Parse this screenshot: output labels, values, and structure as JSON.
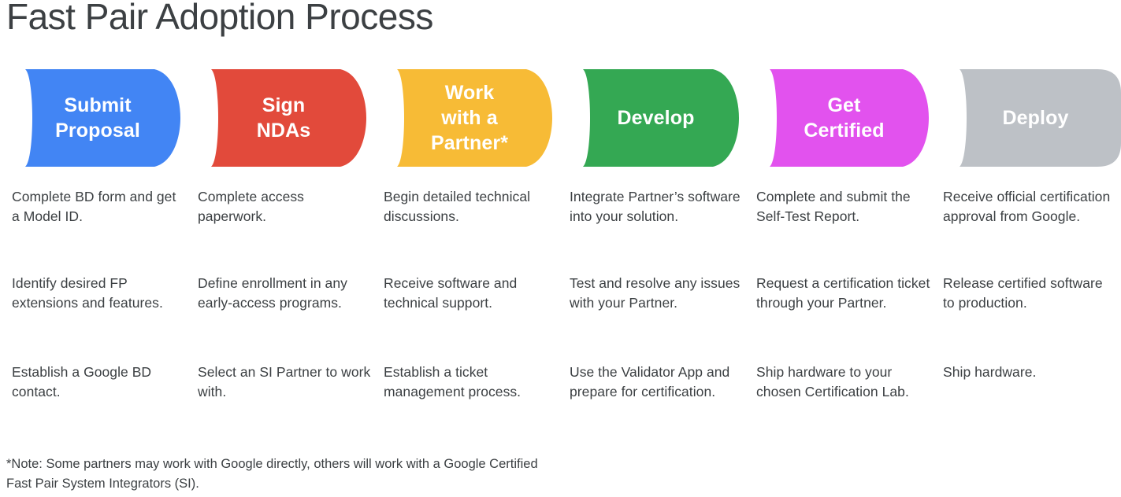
{
  "page_title": "Fast Pair Adoption Process",
  "colors": {
    "text": "#3c4043",
    "blue": "#4285F4",
    "red": "#E24A3B",
    "yellow": "#F7BB36",
    "green": "#34A853",
    "magenta": "#E252EE",
    "gray": "#BDC1C6",
    "label_text": "#ffffff"
  },
  "stages": [
    {
      "key": "submit-proposal",
      "label": "Submit Proposal",
      "label_lines": [
        "Submit",
        "Proposal"
      ],
      "color": "#4285F4",
      "items": [
        "Complete BD form and get a Model ID.",
        "Identify desired FP extensions and features.",
        "Establish a Google BD contact."
      ]
    },
    {
      "key": "sign-ndas",
      "label": "Sign NDAs",
      "label_lines": [
        "Sign",
        "NDAs"
      ],
      "color": "#E24A3B",
      "items": [
        "Complete access paperwork.",
        "Define enrollment in any early-access programs.",
        "Select an SI Partner to work with."
      ]
    },
    {
      "key": "work-with-a-partner",
      "label": "Work with a Partner*",
      "label_lines": [
        "Work",
        "with a",
        "Partner*"
      ],
      "color": "#F7BB36",
      "items": [
        "Begin detailed technical discussions.",
        "Receive software and technical support.",
        "Establish a ticket management process."
      ]
    },
    {
      "key": "develop",
      "label": "Develop",
      "label_lines": [
        "Develop"
      ],
      "color": "#34A853",
      "items": [
        "Integrate Partner’s software into your solution.",
        "Test and resolve any issues with your Partner.",
        "Use the Validator App and prepare for certification."
      ]
    },
    {
      "key": "get-certified",
      "label": "Get Certified",
      "label_lines": [
        "Get",
        "Certified"
      ],
      "color": "#E252EE",
      "items": [
        "Complete and submit the Self-Test Report.",
        "Request a certification ticket through your Partner.",
        "Ship hardware to your chosen Certification Lab."
      ]
    },
    {
      "key": "deploy",
      "label": "Deploy",
      "label_lines": [
        "Deploy"
      ],
      "color": "#BDC1C6",
      "items": [
        "Receive official certification approval from Google.",
        "Release certified software to production.",
        "Ship hardware."
      ]
    }
  ],
  "footnote": "*Note: Some partners may work with Google directly, others will work with a Google Certified Fast Pair System Integrators (SI)."
}
